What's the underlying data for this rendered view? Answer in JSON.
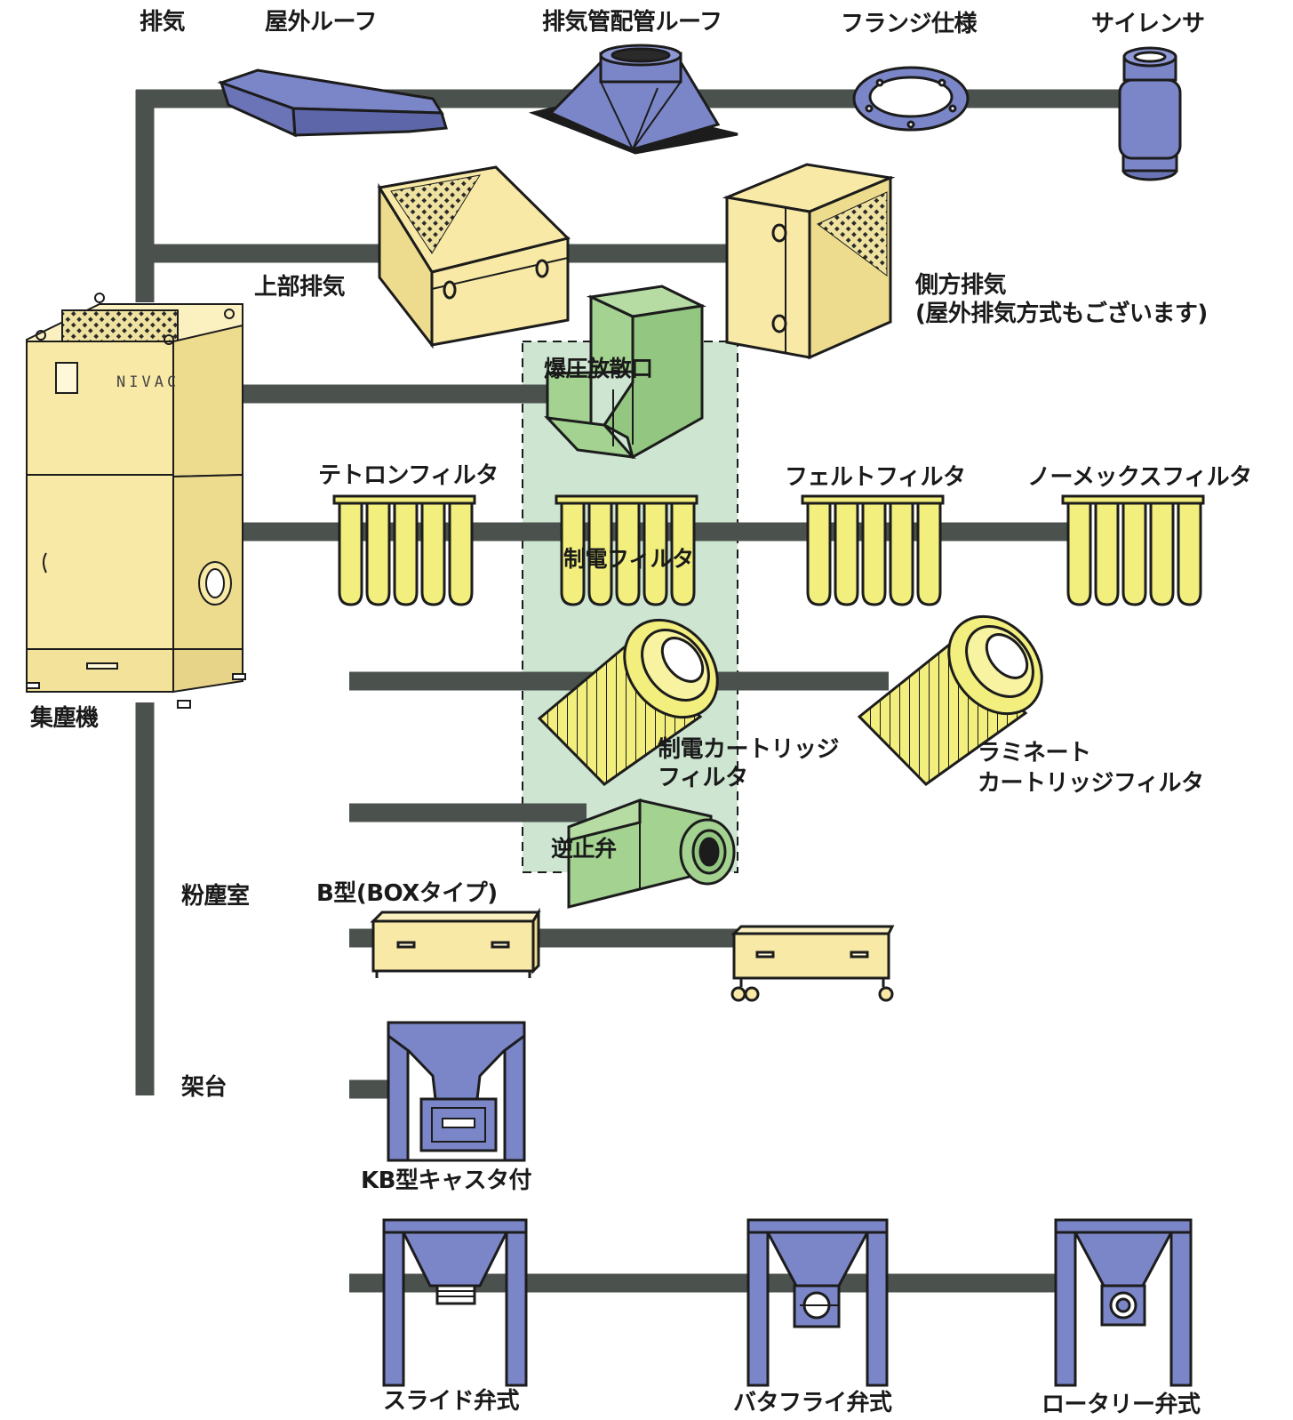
{
  "colors": {
    "pipe": "#4b524e",
    "yellow": "#f8e9a6",
    "filter_yellow": "#f2ef7e",
    "blue": "#7b86c8",
    "green": "#a3d291",
    "green_area": "#cde5d1",
    "outline": "#1c1c1c"
  },
  "labels": {
    "exhaust": "排気",
    "outdoor_roof": "屋外ルーフ",
    "exhaust_pipe_roof": "排気管配管ルーフ",
    "flange_spec": "フランジ仕様",
    "silencer": "サイレンサ",
    "top_exhaust": "上部排気",
    "side_exhaust_1": "側方排気",
    "side_exhaust_2": "(屋外排気方式もございます)",
    "explosion_vent": "爆圧放散口",
    "tetron_filter": "テトロンフィルタ",
    "antistatic_filter": "制電フィルタ",
    "felt_filter": "フェルトフィルタ",
    "nomex_filter": "ノーメックスフィルタ",
    "antistatic_cartridge_1": "制電カートリッジ",
    "antistatic_cartridge_2": "フィルタ",
    "laminate_cartridge_1": "ラミネート",
    "laminate_cartridge_2": "カートリッジフィルタ",
    "dust_collector": "集塵機",
    "check_valve": "逆止弁",
    "dust_chamber": "粉塵室",
    "b_type": "B型(BOXタイプ)",
    "stand": "架台",
    "kb_type": "KB型キャスタ付",
    "slide_valve": "スライド弁式",
    "butterfly_valve": "バタフライ弁式",
    "rotary_valve": "ロータリー弁式",
    "brand": "NIVAC"
  }
}
